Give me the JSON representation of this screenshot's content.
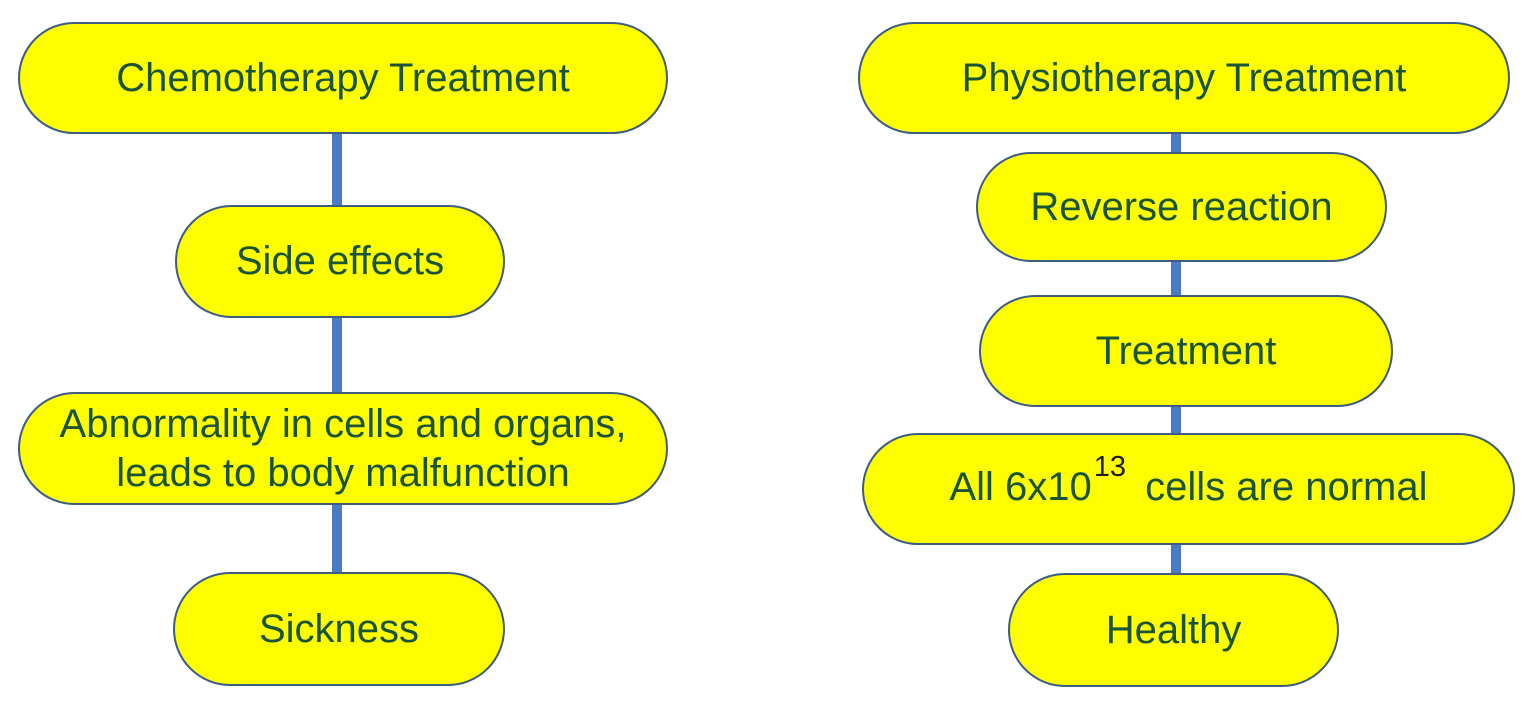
{
  "diagram": {
    "colors": {
      "node_fill": "#fefe00",
      "node_border": "#3d5c80",
      "node_text": "#1a5336",
      "connector": "#4b7bc4",
      "superscript_text": "#1f1f1f"
    },
    "left_flow": {
      "name": "chemotherapy-flow",
      "nodes": [
        {
          "label": "Chemotherapy Treatment"
        },
        {
          "label": "Side effects"
        },
        {
          "line1": "Abnormality in cells and organs,",
          "line2": "leads to body malfunction"
        },
        {
          "label": "Sickness"
        }
      ],
      "edges": [
        "Chemotherapy Treatment -> Side effects",
        "Side effects -> Abnormality in cells and organs, leads to body malfunction",
        "Abnormality in cells and organs, leads to body malfunction -> Sickness"
      ]
    },
    "right_flow": {
      "name": "physiotherapy-flow",
      "nodes": [
        {
          "label": "Physiotherapy Treatment"
        },
        {
          "label": "Reverse reaction"
        },
        {
          "label": "Treatment"
        },
        {
          "prefix": "All 6x10",
          "superscript": "13",
          "suffix": " cells are normal"
        },
        {
          "label": "Healthy"
        }
      ],
      "edges": [
        "Physiotherapy Treatment -> Reverse reaction",
        "Reverse reaction -> Treatment",
        "Treatment -> All 6x10^13 cells are normal",
        "All 6x10^13 cells are normal -> Healthy"
      ]
    }
  }
}
